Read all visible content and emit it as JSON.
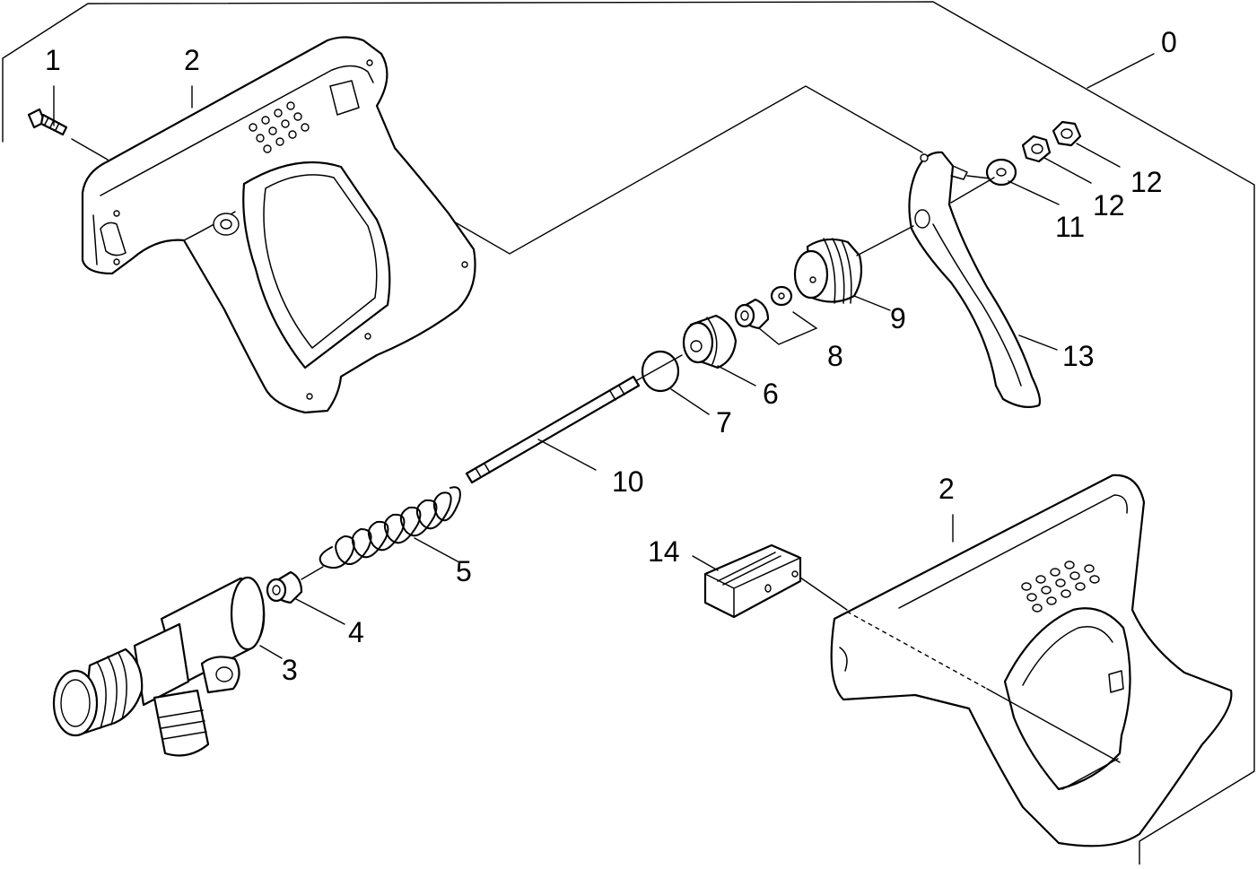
{
  "diagram": {
    "callouts": {
      "c0": "0",
      "c1": "1",
      "c2a": "2",
      "c2b": "2",
      "c3": "3",
      "c4": "4",
      "c5": "5",
      "c6": "6",
      "c7": "7",
      "c8": "8",
      "c9": "9",
      "c10": "10",
      "c11": "11",
      "c12a": "12",
      "c12b": "12",
      "c13": "13",
      "c14": "14"
    },
    "line_color": "#000000",
    "background_color": "#ffffff"
  }
}
